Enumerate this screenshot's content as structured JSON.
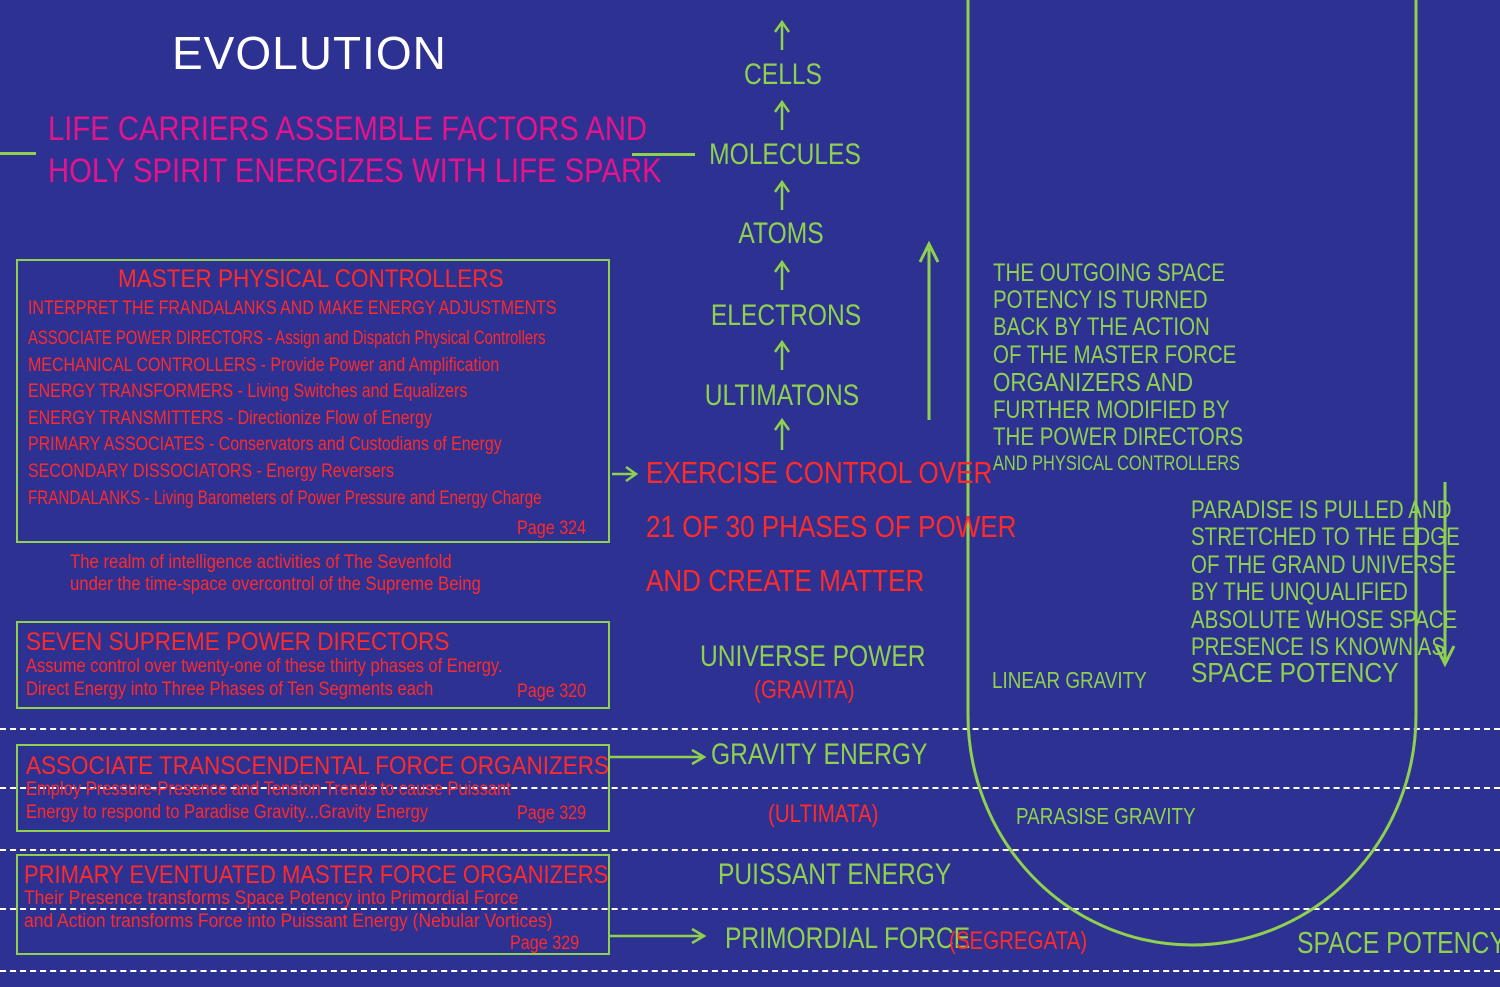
{
  "title": "EVOLUTION",
  "life": {
    "line1": "LIFE CARRIERS ASSEMBLE FACTORS AND",
    "line2": "HOLY SPIRIT ENERGIZES WITH LIFE SPARK"
  },
  "chain": [
    "CELLS",
    "MOLECULES",
    "ATOMS",
    "ELECTRONS",
    "ULTIMATONS"
  ],
  "exercise": {
    "line1": "EXERCISE CONTROL OVER",
    "line2": "21 OF 30 PHASES OF POWER",
    "line3": "AND CREATE MATTER"
  },
  "master_physical": {
    "heading": "MASTER PHYSICAL CONTROLLERS",
    "lines": [
      "INTERPRET THE FRANDALANKS AND MAKE ENERGY ADJUSTMENTS",
      "ASSOCIATE POWER DIRECTORS - Assign and Dispatch Physical Controllers",
      "MECHANICAL CONTROLLERS - Provide Power and Amplification",
      "ENERGY TRANSFORMERS - Living Switches and Equalizers",
      "ENERGY TRANSMITTERS - Directionize Flow of Energy",
      "PRIMARY ASSOCIATES - Conservators and Custodians of Energy",
      "SECONDARY DISSOCIATORS - Energy Reversers",
      "FRANDALANKS - Living Barometers of Power Pressure and Energy Charge"
    ],
    "page": "Page 324"
  },
  "realm": {
    "line1": "The realm of intelligence activities of The Sevenfold",
    "line2": "under the time-space overcontrol of the Supreme Being"
  },
  "seven_supreme": {
    "heading": "SEVEN SUPREME POWER DIRECTORS",
    "line1": "Assume control over twenty-one of these thirty phases of Energy.",
    "line2": "Direct Energy into Three Phases of Ten Segments each",
    "page": "Page 320"
  },
  "transcendental": {
    "heading": "ASSOCIATE TRANSCENDENTAL FORCE ORGANIZERS",
    "line1": "Employ Pressure-Presence and Tension Trends to cause Puissant",
    "line2": "Energy to respond to Paradise Gravity...Gravity Energy",
    "page": "Page 329"
  },
  "primary": {
    "heading": "PRIMARY  EVENTUATED MASTER FORCE ORGANIZERS",
    "line1": "Their Presence transforms Space Potency into Primordial Force",
    "line2": "and Action transforms Force into Puissant Energy (Nebular Vortices)",
    "page": "Page 329"
  },
  "universe_power": "UNIVERSE POWER",
  "gravita": "(GRAVITA)",
  "gravity_energy": "GRAVITY ENERGY",
  "ultimata": "(ULTIMATA)",
  "puissant_energy": "PUISSANT ENERGY",
  "primordial_force": "PRIMORDIAL FORCE",
  "segregata": "(SEGREGATA)",
  "outgoing": [
    "THE OUTGOING SPACE",
    "POTENCY IS TURNED",
    "BACK BY THE ACTION",
    "OF THE MASTER FORCE",
    "ORGANIZERS AND",
    "FURTHER MODIFIED BY",
    "THE POWER DIRECTORS",
    "AND PHYSICAL CONTROLLERS"
  ],
  "paradise": [
    "PARADISE IS PULLED AND",
    "STRETCHED TO THE EDGE",
    "OF THE GRAND UNIVERSE",
    "BY THE UNQUALIFIED",
    "ABSOLUTE WHOSE SPACE",
    "PRESENCE IS KNOWN AS",
    "SPACE POTENCY"
  ],
  "linear_gravity": "LINEAR GRAVITY",
  "parasise_gravity": "PARASISE GRAVITY",
  "space_potency": "SPACE POTENCY",
  "colors": {
    "background": "#2d3192",
    "green": "#8fd14f",
    "red": "#ff2a2a",
    "magenta": "#e4148c",
    "white": "#ffffff"
  }
}
